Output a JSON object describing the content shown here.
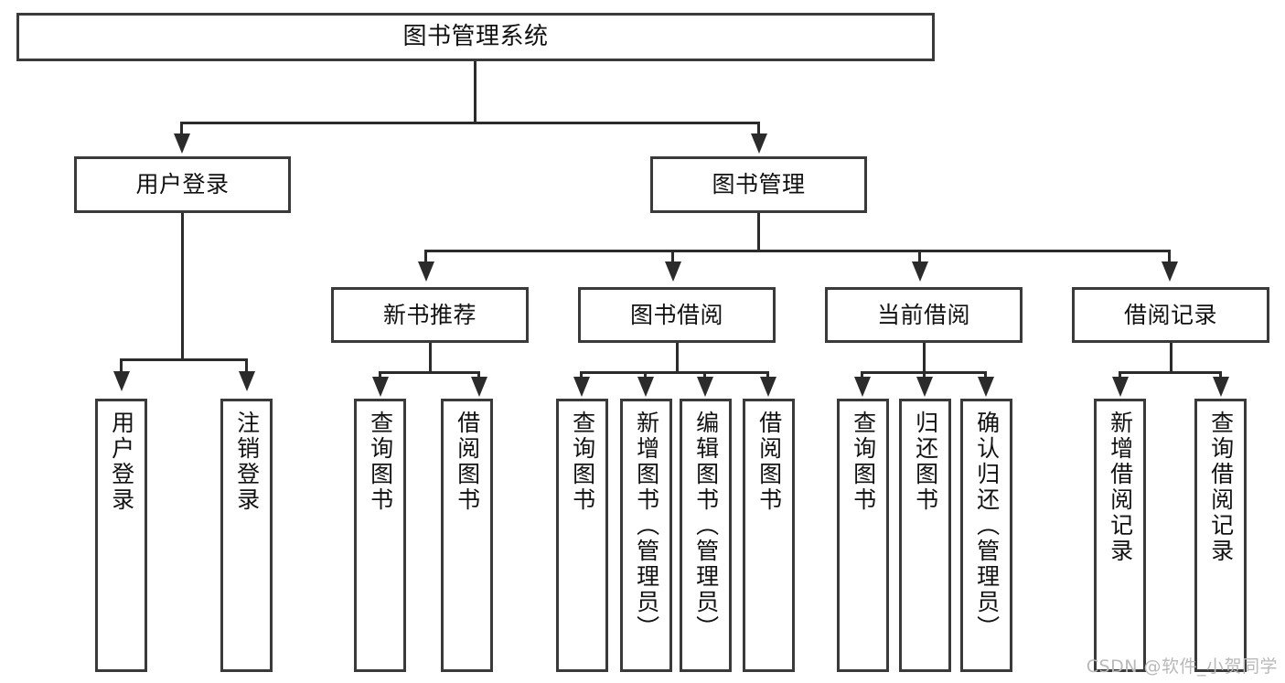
{
  "diagram": {
    "type": "tree",
    "title": "图书管理系统",
    "root": {
      "id": "root",
      "label": "图书管理系统"
    },
    "level2": [
      {
        "id": "user-login",
        "label": "用户登录"
      },
      {
        "id": "book-management",
        "label": "图书管理"
      }
    ],
    "level3": [
      {
        "id": "new-book-recommend",
        "label": "新书推荐",
        "parent": "book-management"
      },
      {
        "id": "book-borrow",
        "label": "图书借阅",
        "parent": "book-management"
      },
      {
        "id": "current-borrow",
        "label": "当前借阅",
        "parent": "book-management"
      },
      {
        "id": "borrow-record",
        "label": "借阅记录",
        "parent": "book-management"
      }
    ],
    "leaves": {
      "user_login": [
        {
          "id": "leaf-user-login",
          "label": "用户登录"
        },
        {
          "id": "leaf-user-logout",
          "label": "注销登录"
        }
      ],
      "new_book_recommend": [
        {
          "id": "leaf-query-book-1",
          "label": "查询图书"
        },
        {
          "id": "leaf-borrow-book-1",
          "label": "借阅图书"
        }
      ],
      "book_borrow": [
        {
          "id": "leaf-query-book-2",
          "label": "查询图书"
        },
        {
          "id": "leaf-add-book",
          "label": "新增图书（管理员）"
        },
        {
          "id": "leaf-edit-book",
          "label": "编辑图书（管理员）"
        },
        {
          "id": "leaf-borrow-book-2",
          "label": "借阅图书"
        }
      ],
      "current_borrow": [
        {
          "id": "leaf-query-book-3",
          "label": "查询图书"
        },
        {
          "id": "leaf-return-book",
          "label": "归还图书"
        },
        {
          "id": "leaf-confirm-return",
          "label": "确认归还（管理员）"
        }
      ],
      "borrow_record": [
        {
          "id": "leaf-add-record",
          "label": "新增借阅记录"
        },
        {
          "id": "leaf-query-record",
          "label": "查询借阅记录"
        }
      ]
    },
    "watermark": "CSDN @软件_小贺同学",
    "colors": {
      "border": "#3a3a3a",
      "connector": "#2b2b2b",
      "background": "#ffffff",
      "text": "#111111",
      "watermark": "#b9b9b9"
    }
  }
}
